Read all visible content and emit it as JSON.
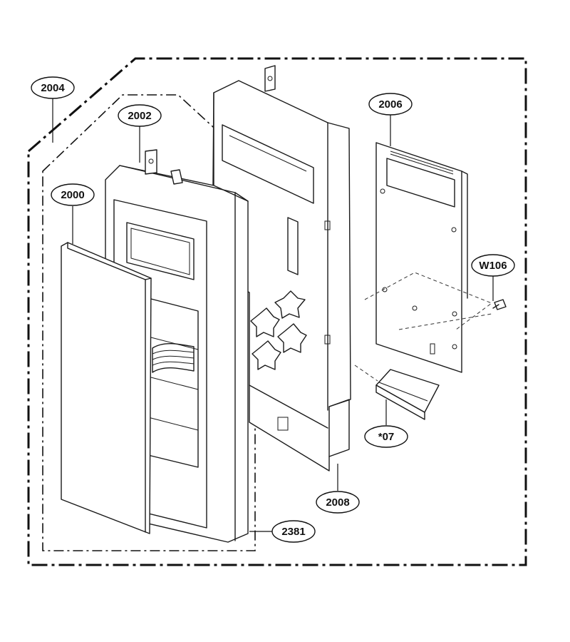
{
  "callouts": {
    "p2004": "2004",
    "p2002": "2002",
    "p2000": "2000",
    "p2006": "2006",
    "pW106": "W106",
    "p07": "*07",
    "p2008": "2008",
    "p2381": "2381"
  },
  "colors": {
    "line": "#1a1a1a",
    "background": "#ffffff"
  }
}
